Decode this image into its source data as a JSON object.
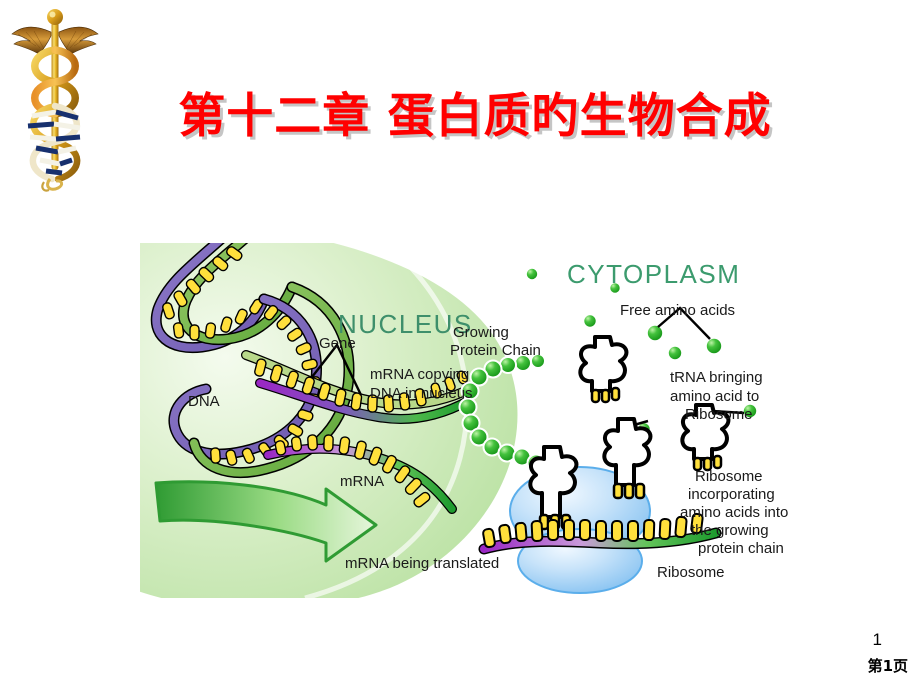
{
  "slide": {
    "title": "第十二章  蛋白质旳生物合成",
    "title_color": "#FF0000",
    "background_color": "#FFFFFF"
  },
  "logo": {
    "name": "caduceus-dna-logo",
    "description": "Caduceus staff with winged top and DNA double helix"
  },
  "figure": {
    "compartments": [
      {
        "label": "NUCLEUS",
        "color": "#3E8F6B"
      },
      {
        "label": "CYTOPLASM",
        "color": "#3C9B6E"
      }
    ],
    "labels": [
      {
        "id": "dna",
        "text": "DNA"
      },
      {
        "id": "gene",
        "text": "Gene"
      },
      {
        "id": "mrna-copying-line1",
        "text": "mRNA copying"
      },
      {
        "id": "mrna-copying-line2",
        "text": "DNA in nucleus"
      },
      {
        "id": "growing-chain-line1",
        "text": "Growing"
      },
      {
        "id": "growing-chain-line2",
        "text": "Protein Chain"
      },
      {
        "id": "free-amino-acids",
        "text": "Free amino acids"
      },
      {
        "id": "trna-line1",
        "text": "tRNA bringing"
      },
      {
        "id": "trna-line2",
        "text": "amino acid to"
      },
      {
        "id": "trna-line3",
        "text": "Ribosome"
      },
      {
        "id": "ribosome-inc-line1",
        "text": "Ribosome"
      },
      {
        "id": "ribosome-inc-line2",
        "text": "incorporating"
      },
      {
        "id": "ribosome-inc-line3",
        "text": "amino acids into"
      },
      {
        "id": "ribosome-inc-line4",
        "text": "the growing"
      },
      {
        "id": "ribosome-inc-line5",
        "text": "protein chain"
      },
      {
        "id": "mrna",
        "text": "mRNA"
      },
      {
        "id": "mrna-translated",
        "text": "mRNA being translated"
      },
      {
        "id": "ribosome",
        "text": "Ribosome"
      }
    ],
    "colors": {
      "nucleus_fill": "#D6EDC8",
      "dna_strand_purple": "#8D79C9",
      "dna_strand_green": "#77BE4F",
      "base_yellow": "#FFE03C",
      "amino_acid_green": "#2FB52F",
      "ribosome_blue": "#A8D4F5",
      "mrna_purple": "#9A27C4",
      "mrna_green": "#22A838",
      "outline": "#000000"
    }
  },
  "footer": {
    "page_number": "1",
    "page_label": "第1页"
  }
}
